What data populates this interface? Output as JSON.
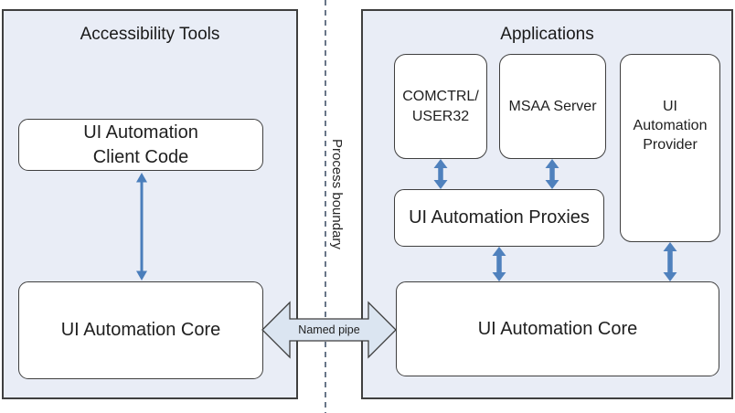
{
  "diagram": {
    "left_panel": {
      "title": "Accessibility Tools",
      "client_code_box": "UI Automation\nClient Code",
      "core_box": "UI Automation Core"
    },
    "right_panel": {
      "title": "Applications",
      "comctrl_box": "COMCTRL/\nUSER32",
      "msaa_box": "MSAA Server",
      "provider_box": "UI\nAutomation\nProvider",
      "proxies_box": "UI Automation Proxies",
      "core_box": "UI Automation Core"
    },
    "process_boundary": {
      "label": "Process boundary"
    },
    "named_pipe": {
      "label": "Named pipe"
    },
    "colors": {
      "panel_fill": "#e9edf6",
      "box_fill": "#ffffff",
      "outline": "#3f3f3f",
      "arrow_blue": "#4f81bd",
      "thin_arrow_blue": "#4a7ebb",
      "boundary_dash": "#44546a",
      "named_pipe_fill": "#dbe5f1",
      "text": "#1f1f1f"
    }
  }
}
